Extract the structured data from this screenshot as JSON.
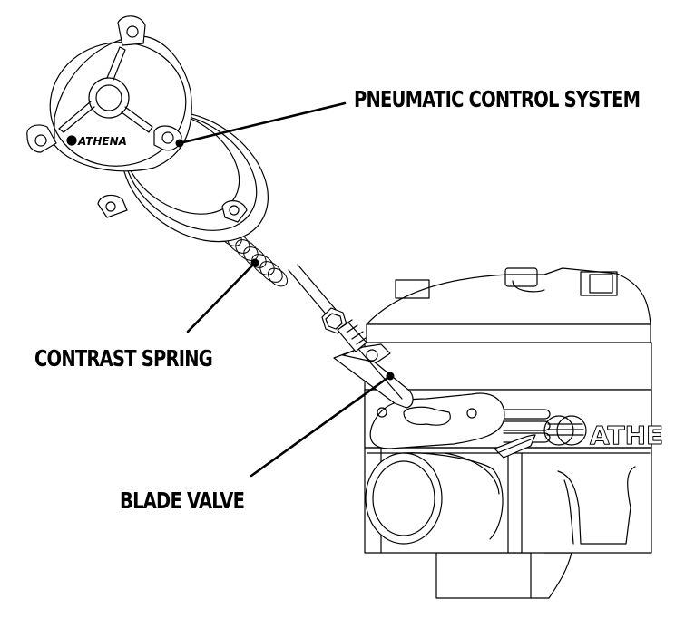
{
  "diagram": {
    "subject": "Athena cylinder with pneumatic exhaust valve actuator",
    "callouts": [
      {
        "id": "pneumatic",
        "label": "PNEUMATIC CONTROL SYSTEM"
      },
      {
        "id": "spring",
        "label": "CONTRAST SPRING"
      },
      {
        "id": "blade",
        "label": "BLADE VALVE"
      }
    ],
    "branding": {
      "actuator_logo": "ATHENA",
      "cylinder_logo": "ATHE"
    },
    "colors": {
      "line": "#000000",
      "background": "#ffffff"
    }
  }
}
